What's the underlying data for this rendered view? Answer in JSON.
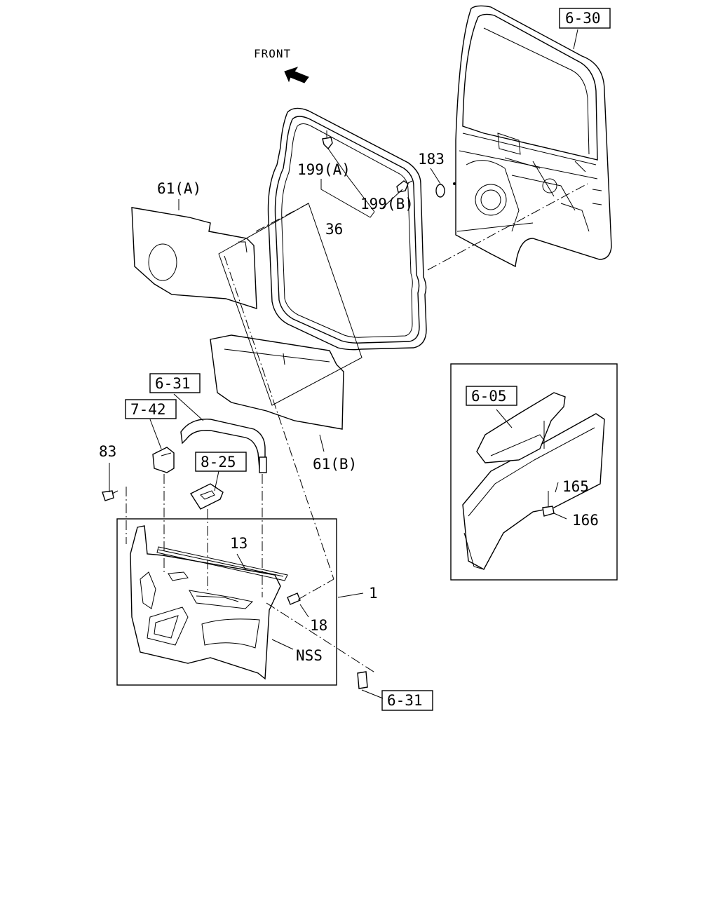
{
  "orientation_label": "FRONT",
  "part_numbers": {
    "p183": "183",
    "p199a": "199(A)",
    "p199b": "199(B)",
    "p36": "36",
    "p61a": "61(A)",
    "p61b": "61(B)",
    "p83": "83",
    "p13": "13",
    "p1": "1",
    "p18": "18",
    "nss": "NSS",
    "p165": "165",
    "p166": "166"
  },
  "section_refs": {
    "r630": "6-30",
    "r631_top": "6-31",
    "r742": "7-42",
    "r825": "8-25",
    "r631_bottom": "6-31",
    "r605": "6-05"
  }
}
